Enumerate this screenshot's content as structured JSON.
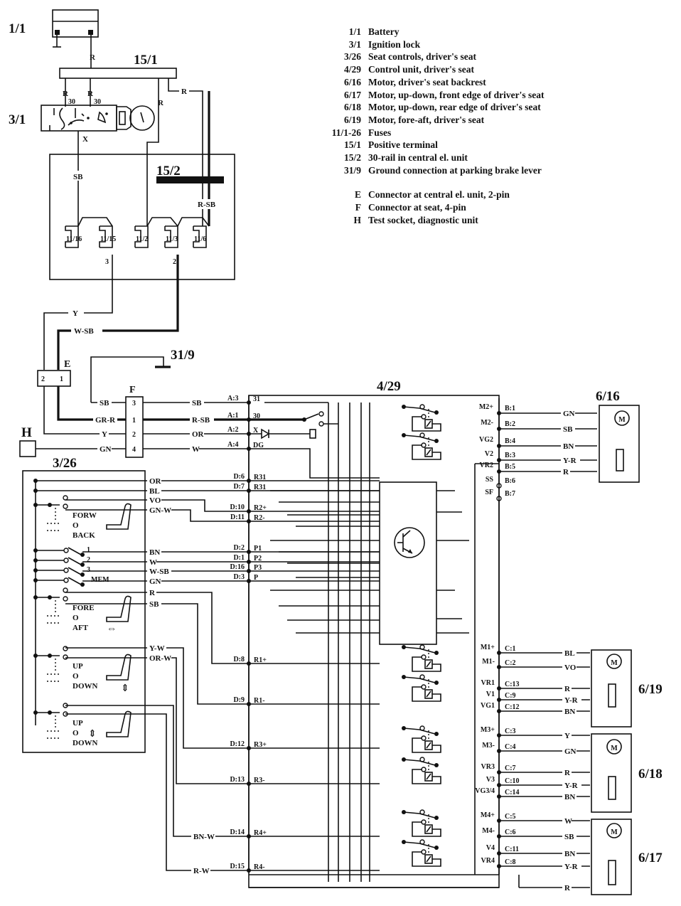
{
  "legend": {
    "components": [
      {
        "code": "1/1",
        "desc": "Battery"
      },
      {
        "code": "3/1",
        "desc": "Ignition lock"
      },
      {
        "code": "3/26",
        "desc": "Seat controls, driver's seat"
      },
      {
        "code": "4/29",
        "desc": "Control unit, driver's seat"
      },
      {
        "code": "6/16",
        "desc": "Motor, driver's seat backrest"
      },
      {
        "code": "6/17",
        "desc": "Motor, up-down, front edge of driver's seat"
      },
      {
        "code": "6/18",
        "desc": "Motor, up-down, rear edge of driver's seat"
      },
      {
        "code": "6/19",
        "desc": "Motor, fore-aft, driver's seat"
      },
      {
        "code": "11/1-26",
        "desc": "Fuses"
      },
      {
        "code": "15/1",
        "desc": "Positive terminal"
      },
      {
        "code": "15/2",
        "desc": "30-rail in central el. unit"
      },
      {
        "code": "31/9",
        "desc": "Ground connection at parking brake lever"
      }
    ],
    "connectors": [
      {
        "code": "E",
        "desc": "Connector at central el. unit, 2-pin"
      },
      {
        "code": "F",
        "desc": "Connector at seat, 4-pin"
      },
      {
        "code": "H",
        "desc": "Test socket, diagnostic unit"
      }
    ]
  },
  "components": {
    "battery": "1/1",
    "positive_terminal": "15/1",
    "ignition_lock": "3/1",
    "rail": "15/2",
    "ground": "31/9",
    "seat_controls": "3/26",
    "control_unit": "4/29",
    "motor_backrest": "6/16",
    "motor_fore_aft": "6/19",
    "motor_rear_edge": "6/18",
    "motor_front_edge": "6/17",
    "connector_e": "E",
    "connector_f": "F",
    "test_socket": "H",
    "motor_symbol": "M"
  },
  "fuses": [
    "11/16",
    "11/15",
    "11/2",
    "11/3",
    "11/6"
  ],
  "top_wires": {
    "battery_to_15_1": "R",
    "15_1_to_ign_a": "R",
    "15_1_to_ign_b": "R",
    "15_1_to_fuse": "R",
    "15_1_to_rail": "R",
    "ign_terminal_a": "30",
    "ign_terminal_b": "30",
    "ign_out": "X",
    "ign_to_fuse": "SB",
    "rail_to_fuse": "R-SB",
    "fuse_pin_3": "3",
    "fuse_pin_2": "2",
    "fuse_out_y": "Y",
    "fuse_out_wsb": "W-SB"
  },
  "connector_e_pins": [
    "2",
    "1"
  ],
  "connector_f": {
    "pins": [
      "3",
      "1",
      "2",
      "4"
    ],
    "left_wires": [
      "SB",
      "GR-R",
      "Y",
      "GN"
    ],
    "right_wires": [
      "SB",
      "R-SB",
      "OR",
      "W"
    ],
    "unit_pins": [
      "A:3",
      "A:1",
      "A:2",
      "A:4"
    ],
    "unit_labels": [
      "31",
      "30",
      "X",
      "DG"
    ]
  },
  "seat_controls": {
    "backrest": [
      "FORW",
      "O",
      "BACK"
    ],
    "memory": [
      "1",
      "2",
      "3",
      "MEM"
    ],
    "fore_aft": [
      "FORE",
      "O",
      "AFT"
    ],
    "rear_edge": [
      "UP",
      "O",
      "DOWN"
    ],
    "front_edge": [
      "UP",
      "O",
      "DOWN"
    ]
  },
  "seat_wires": [
    {
      "color": "OR",
      "pin": "D:6",
      "label": "R31"
    },
    {
      "color": "BL",
      "pin": "D:7",
      "label": "R31"
    },
    {
      "color": "VO",
      "pin": "D:10",
      "label": "R2+"
    },
    {
      "color": "GN-W",
      "pin": "D:11",
      "label": "R2-"
    },
    {
      "color": "BN",
      "pin": "D:2",
      "label": "P1"
    },
    {
      "color": "W",
      "pin": "D:1",
      "label": "P2"
    },
    {
      "color": "W-SB",
      "pin": "D:16",
      "label": "P3"
    },
    {
      "color": "GN",
      "pin": "D:3",
      "label": "P"
    },
    {
      "color": "R",
      "pin": "D:8",
      "label": "R1+"
    },
    {
      "color": "SB",
      "pin": "D:9",
      "label": "R1-"
    },
    {
      "color": "Y-W",
      "pin": "D:12",
      "label": "R3+"
    },
    {
      "color": "OR-W",
      "pin": "D:13",
      "label": "R3-"
    },
    {
      "color": "BN-W",
      "pin": "D:14",
      "label": "R4+"
    },
    {
      "color": "R-W",
      "pin": "D:15",
      "label": "R4-"
    }
  ],
  "b_outputs": [
    {
      "label": "M2+",
      "pin": "B:1",
      "color": "GN"
    },
    {
      "label": "M2-",
      "pin": "B:2",
      "color": "SB"
    },
    {
      "label": "VG2",
      "pin": "B:4",
      "color": "BN"
    },
    {
      "label": "V2",
      "pin": "B:3",
      "color": "Y-R"
    },
    {
      "label": "VR2",
      "pin": "B:5",
      "color": "R"
    },
    {
      "label": "SS",
      "pin": "B:6",
      "color": ""
    },
    {
      "label": "SF",
      "pin": "B:7",
      "color": ""
    }
  ],
  "c_outputs": [
    {
      "label": "M1+",
      "pin": "C:1",
      "color": "BL"
    },
    {
      "label": "M1-",
      "pin": "C:2",
      "color": "VO"
    },
    {
      "label": "VR1",
      "pin": "C:13",
      "color": "R"
    },
    {
      "label": "V1",
      "pin": "C:9",
      "color": "Y-R"
    },
    {
      "label": "VG1",
      "pin": "C:12",
      "color": "BN"
    },
    {
      "label": "M3+",
      "pin": "C:3",
      "color": "Y"
    },
    {
      "label": "M3-",
      "pin": "C:4",
      "color": "GN"
    },
    {
      "label": "VR3",
      "pin": "C:7",
      "color": "R"
    },
    {
      "label": "V3",
      "pin": "C:10",
      "color": "Y-R"
    },
    {
      "label": "VG3/4",
      "pin": "C:14",
      "color": "BN"
    },
    {
      "label": "M4+",
      "pin": "C:5",
      "color": "W"
    },
    {
      "label": "M4-",
      "pin": "C:6",
      "color": "SB"
    },
    {
      "label": "V4",
      "pin": "C:11",
      "color": "BN"
    },
    {
      "label": "VR4",
      "pin": "C:8",
      "color": "Y-R"
    },
    {
      "label": "",
      "pin": "",
      "color": "R"
    }
  ]
}
